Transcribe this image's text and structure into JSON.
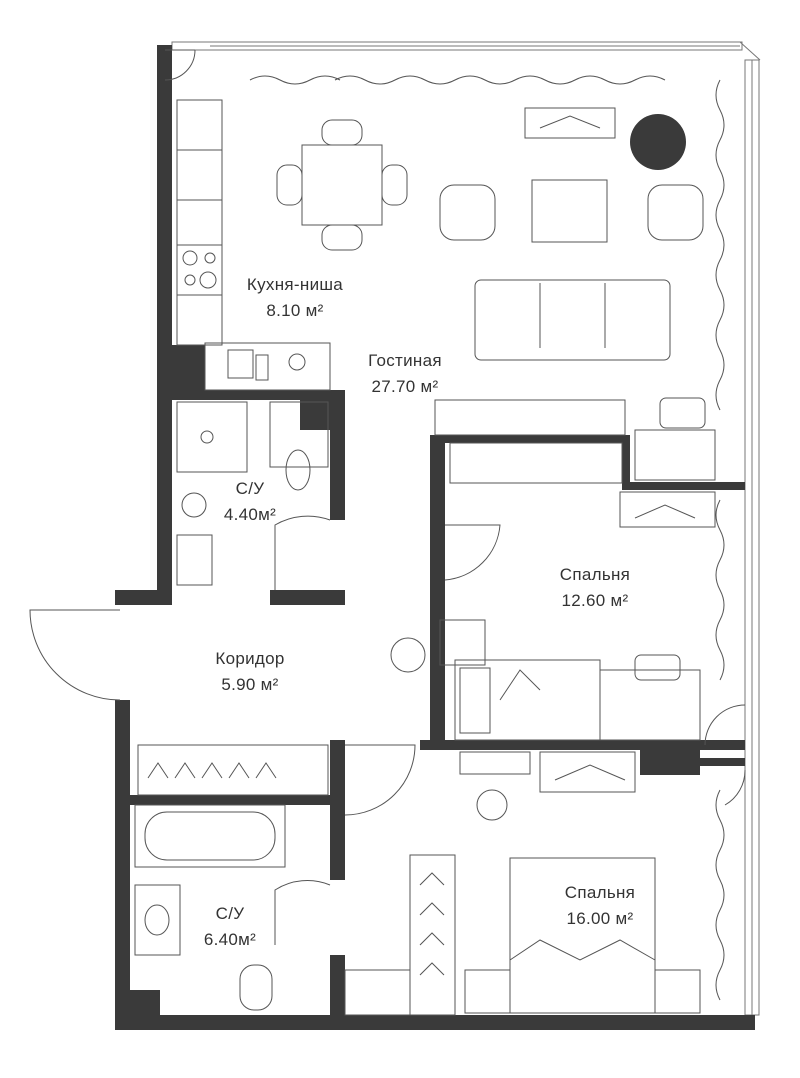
{
  "plan": {
    "rooms": [
      {
        "name": "Кухня-ниша",
        "area": "8.10 м²"
      },
      {
        "name": "Гостиная",
        "area": "27.70 м²"
      },
      {
        "name": "С/У",
        "area": "4.40м²"
      },
      {
        "name": "Спальня",
        "area": "12.60 м²"
      },
      {
        "name": "Коридор",
        "area": "5.90 м²"
      },
      {
        "name": "С/У",
        "area": "6.40м²"
      },
      {
        "name": "Спальня",
        "area": "16.00 м²"
      }
    ]
  },
  "colors": {
    "wall": "#3a3a3a",
    "line": "#555555",
    "background": "#ffffff"
  }
}
